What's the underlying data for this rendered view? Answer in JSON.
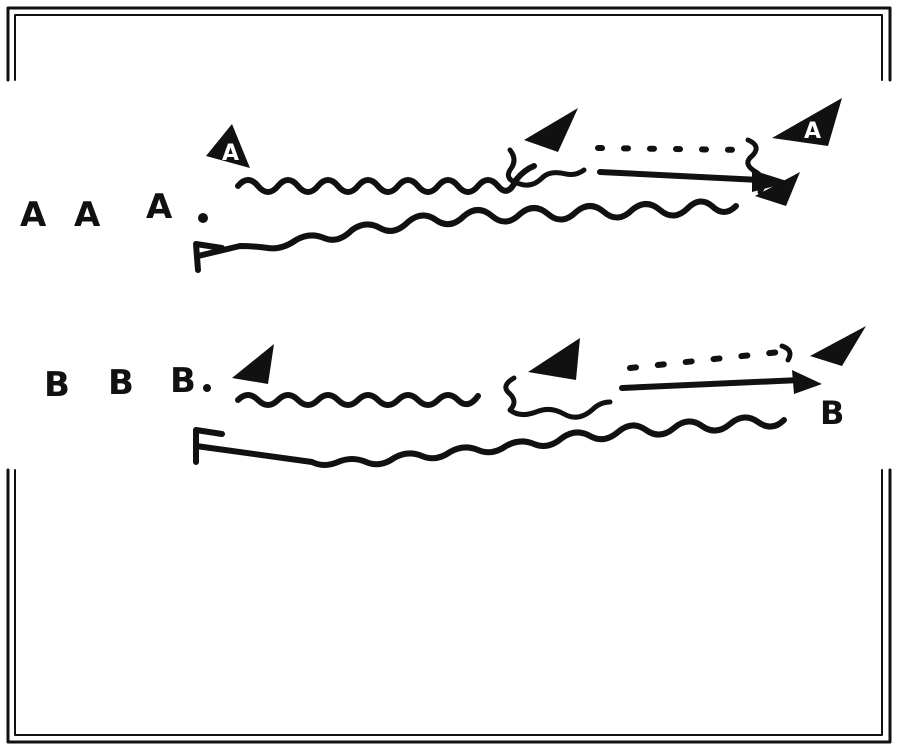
{
  "diagram": {
    "ink_color": "#111111",
    "background_color": "#ffffff",
    "row_a": {
      "queue_labels": [
        "A",
        "A",
        "A"
      ],
      "pointer_label": "A",
      "right_label": "A"
    },
    "row_b": {
      "queue_labels": [
        "B",
        "B",
        "B"
      ],
      "end_label": "B"
    }
  }
}
